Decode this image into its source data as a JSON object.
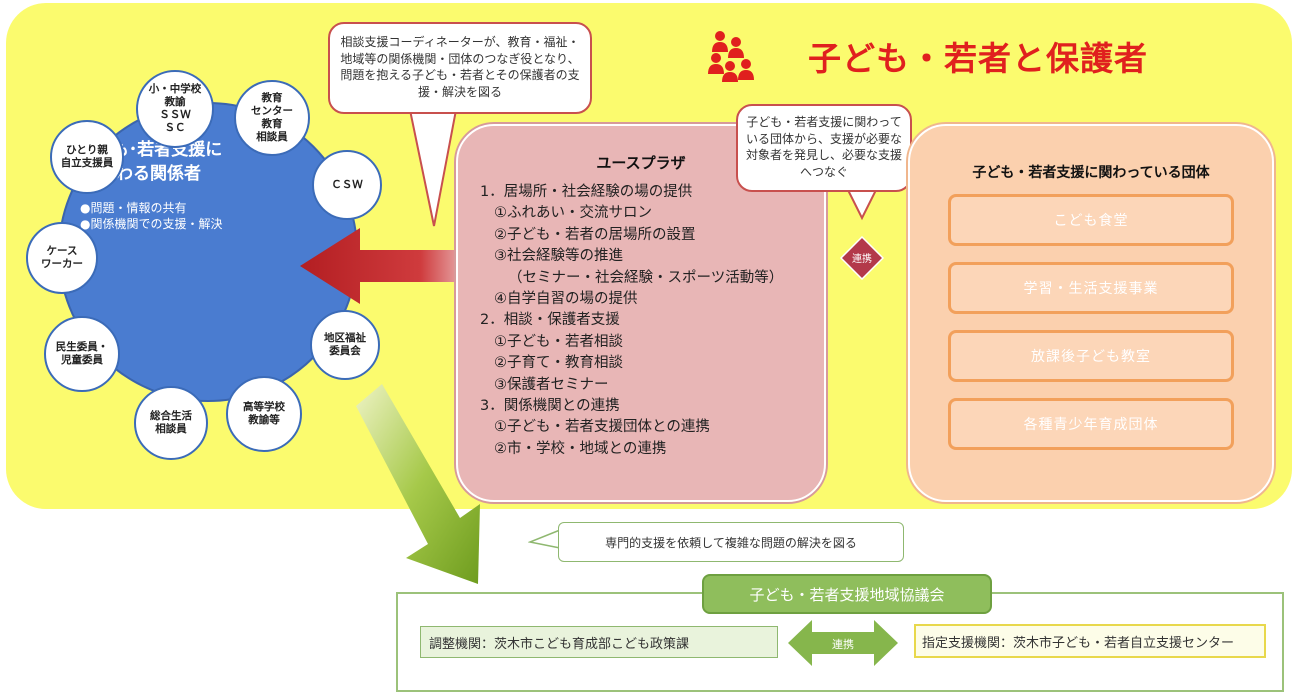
{
  "title": "子ども・若者と保護者",
  "bubbles": {
    "coordinator": "相談支援コーディネーターが、教育・福祉・地域等の関係機関・団体のつなぎ役となり、問題を抱える子ども・若者とその保護者の支援・解決を図る",
    "support_groups": "子ども・若者支援に関わっている団体から、支援が必要な対象者を発見し、必要な支援へつなぐ",
    "specialist": "専門的支援を依頼して複雑な問題の解決を図る"
  },
  "stakeholders": {
    "title_line1": "子ども･若者支援に",
    "title_line2": "関わる関係者",
    "bullets": [
      "●問題・情報の共有",
      "●関係機関での支援・解決"
    ],
    "nodes": [
      "小・中学校\n教諭\nＳＳＷ\nＳＣ",
      "教育\nセンター\n教育\n相談員",
      "ＣＳＷ",
      "地区福祉\n委員会",
      "高等学校\n教諭等",
      "総合生活\n相談員",
      "民生委員・\n児童委員",
      "ケース\nワーカー",
      "ひとり親\n自立支援員"
    ]
  },
  "youth_plaza": {
    "title": "ユースプラザ",
    "items": [
      {
        "level": 1,
        "text": "1．居場所・社会経験の場の提供"
      },
      {
        "level": 2,
        "text": "①ふれあい・交流サロン"
      },
      {
        "level": 2,
        "text": "②子ども・若者の居場所の設置"
      },
      {
        "level": 2,
        "text": "③社会経験等の推進"
      },
      {
        "level": 3,
        "text": "（セミナー・社会経験・スポーツ活動等）"
      },
      {
        "level": 2,
        "text": "④自学自習の場の提供"
      },
      {
        "level": 1,
        "text": "2．相談・保護者支援"
      },
      {
        "level": 2,
        "text": "①子ども・若者相談"
      },
      {
        "level": 2,
        "text": "②子育て・教育相談"
      },
      {
        "level": 2,
        "text": "③保護者セミナー"
      },
      {
        "level": 1,
        "text": "3．関係機関との連携"
      },
      {
        "level": 2,
        "text": "①子ども・若者支援団体との連携"
      },
      {
        "level": 2,
        "text": "②市・学校・地域との連携"
      }
    ]
  },
  "link_label": "連携",
  "organizations": {
    "title": "子ども・若者支援に関わっている団体",
    "items": [
      "こども食堂",
      "学習・生活支援事業",
      "放課後子ども教室",
      "各種青少年育成団体"
    ]
  },
  "council": {
    "title": "子ども・若者支援地域協議会",
    "coordinating": "調整機関：茨木市こども育成部こども政策課",
    "link_label": "連携",
    "designated": "指定支援機関：茨木市子ども・若者自立支援センター"
  },
  "colors": {
    "background": "#fbfb6e",
    "title": "#e0201e",
    "main_circle": "#4a7cd0",
    "youth_box": "#e8b6b6",
    "org_box": "#fbd0ae",
    "red_arrow": "#c0282a",
    "green": "#8fbe5c"
  },
  "icons": [
    "people-group-icon",
    "red-arrow-left",
    "green-arrow-down",
    "double-arrow-icon"
  ]
}
